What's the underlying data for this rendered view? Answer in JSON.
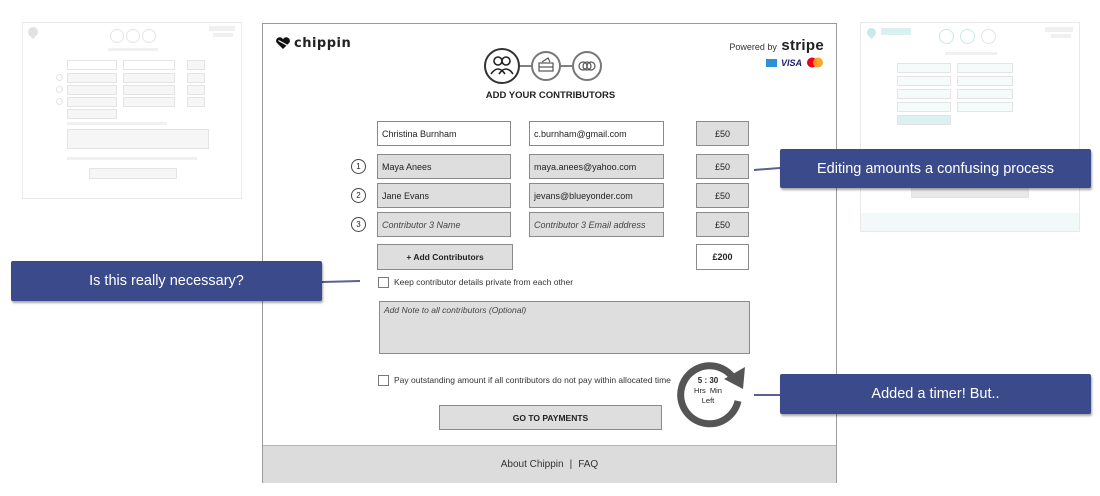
{
  "brand": {
    "name": "chippin"
  },
  "payment": {
    "powered_by": "Powered by",
    "stripe": "stripe",
    "cards": [
      "AMEX",
      "VISA",
      "mastercard"
    ]
  },
  "steps": [
    {
      "icon": "people-icon"
    },
    {
      "icon": "card-icon"
    },
    {
      "icon": "coins-icon"
    }
  ],
  "page_title": "ADD YOUR CONTRIBUTORS",
  "organiser": {
    "name": "Christina Burnham",
    "email": "c.burnham@gmail.com",
    "amount": "£50"
  },
  "contributors": [
    {
      "index": "1",
      "name": "Maya Anees",
      "email": "maya.anees@yahoo.com",
      "amount": "£50"
    },
    {
      "index": "2",
      "name": "Jane Evans",
      "email": "jevans@blueyonder.com",
      "amount": "£50"
    },
    {
      "index": "3",
      "name_placeholder": "Contributor 3 Name",
      "email_placeholder": "Contributor 3 Email address",
      "amount": "£50"
    }
  ],
  "add_button": "+ Add Contributors",
  "total": "£200",
  "private_label": "Keep contributor details private from each other",
  "note_placeholder": "Add Note to all contributors (Optional)",
  "pay_outstanding_label": "Pay outstanding amount if all contributors do not pay within allocated time",
  "timer": {
    "value": "5 : 30",
    "units": "Hrs  Min",
    "suffix": "Left"
  },
  "go_button": "GO TO PAYMENTS",
  "footer": {
    "about": "About Chippin",
    "sep": "|",
    "faq": "FAQ"
  },
  "callouts": {
    "editing": "Editing amounts a confusing process",
    "necessary": "Is this really necessary?",
    "timer": "Added a timer! But.."
  },
  "colors": {
    "callout": "#3b4a8a",
    "field": "#dedede",
    "footer": "#dcdcdc",
    "stripe_card_blue": "#1a1f71"
  }
}
